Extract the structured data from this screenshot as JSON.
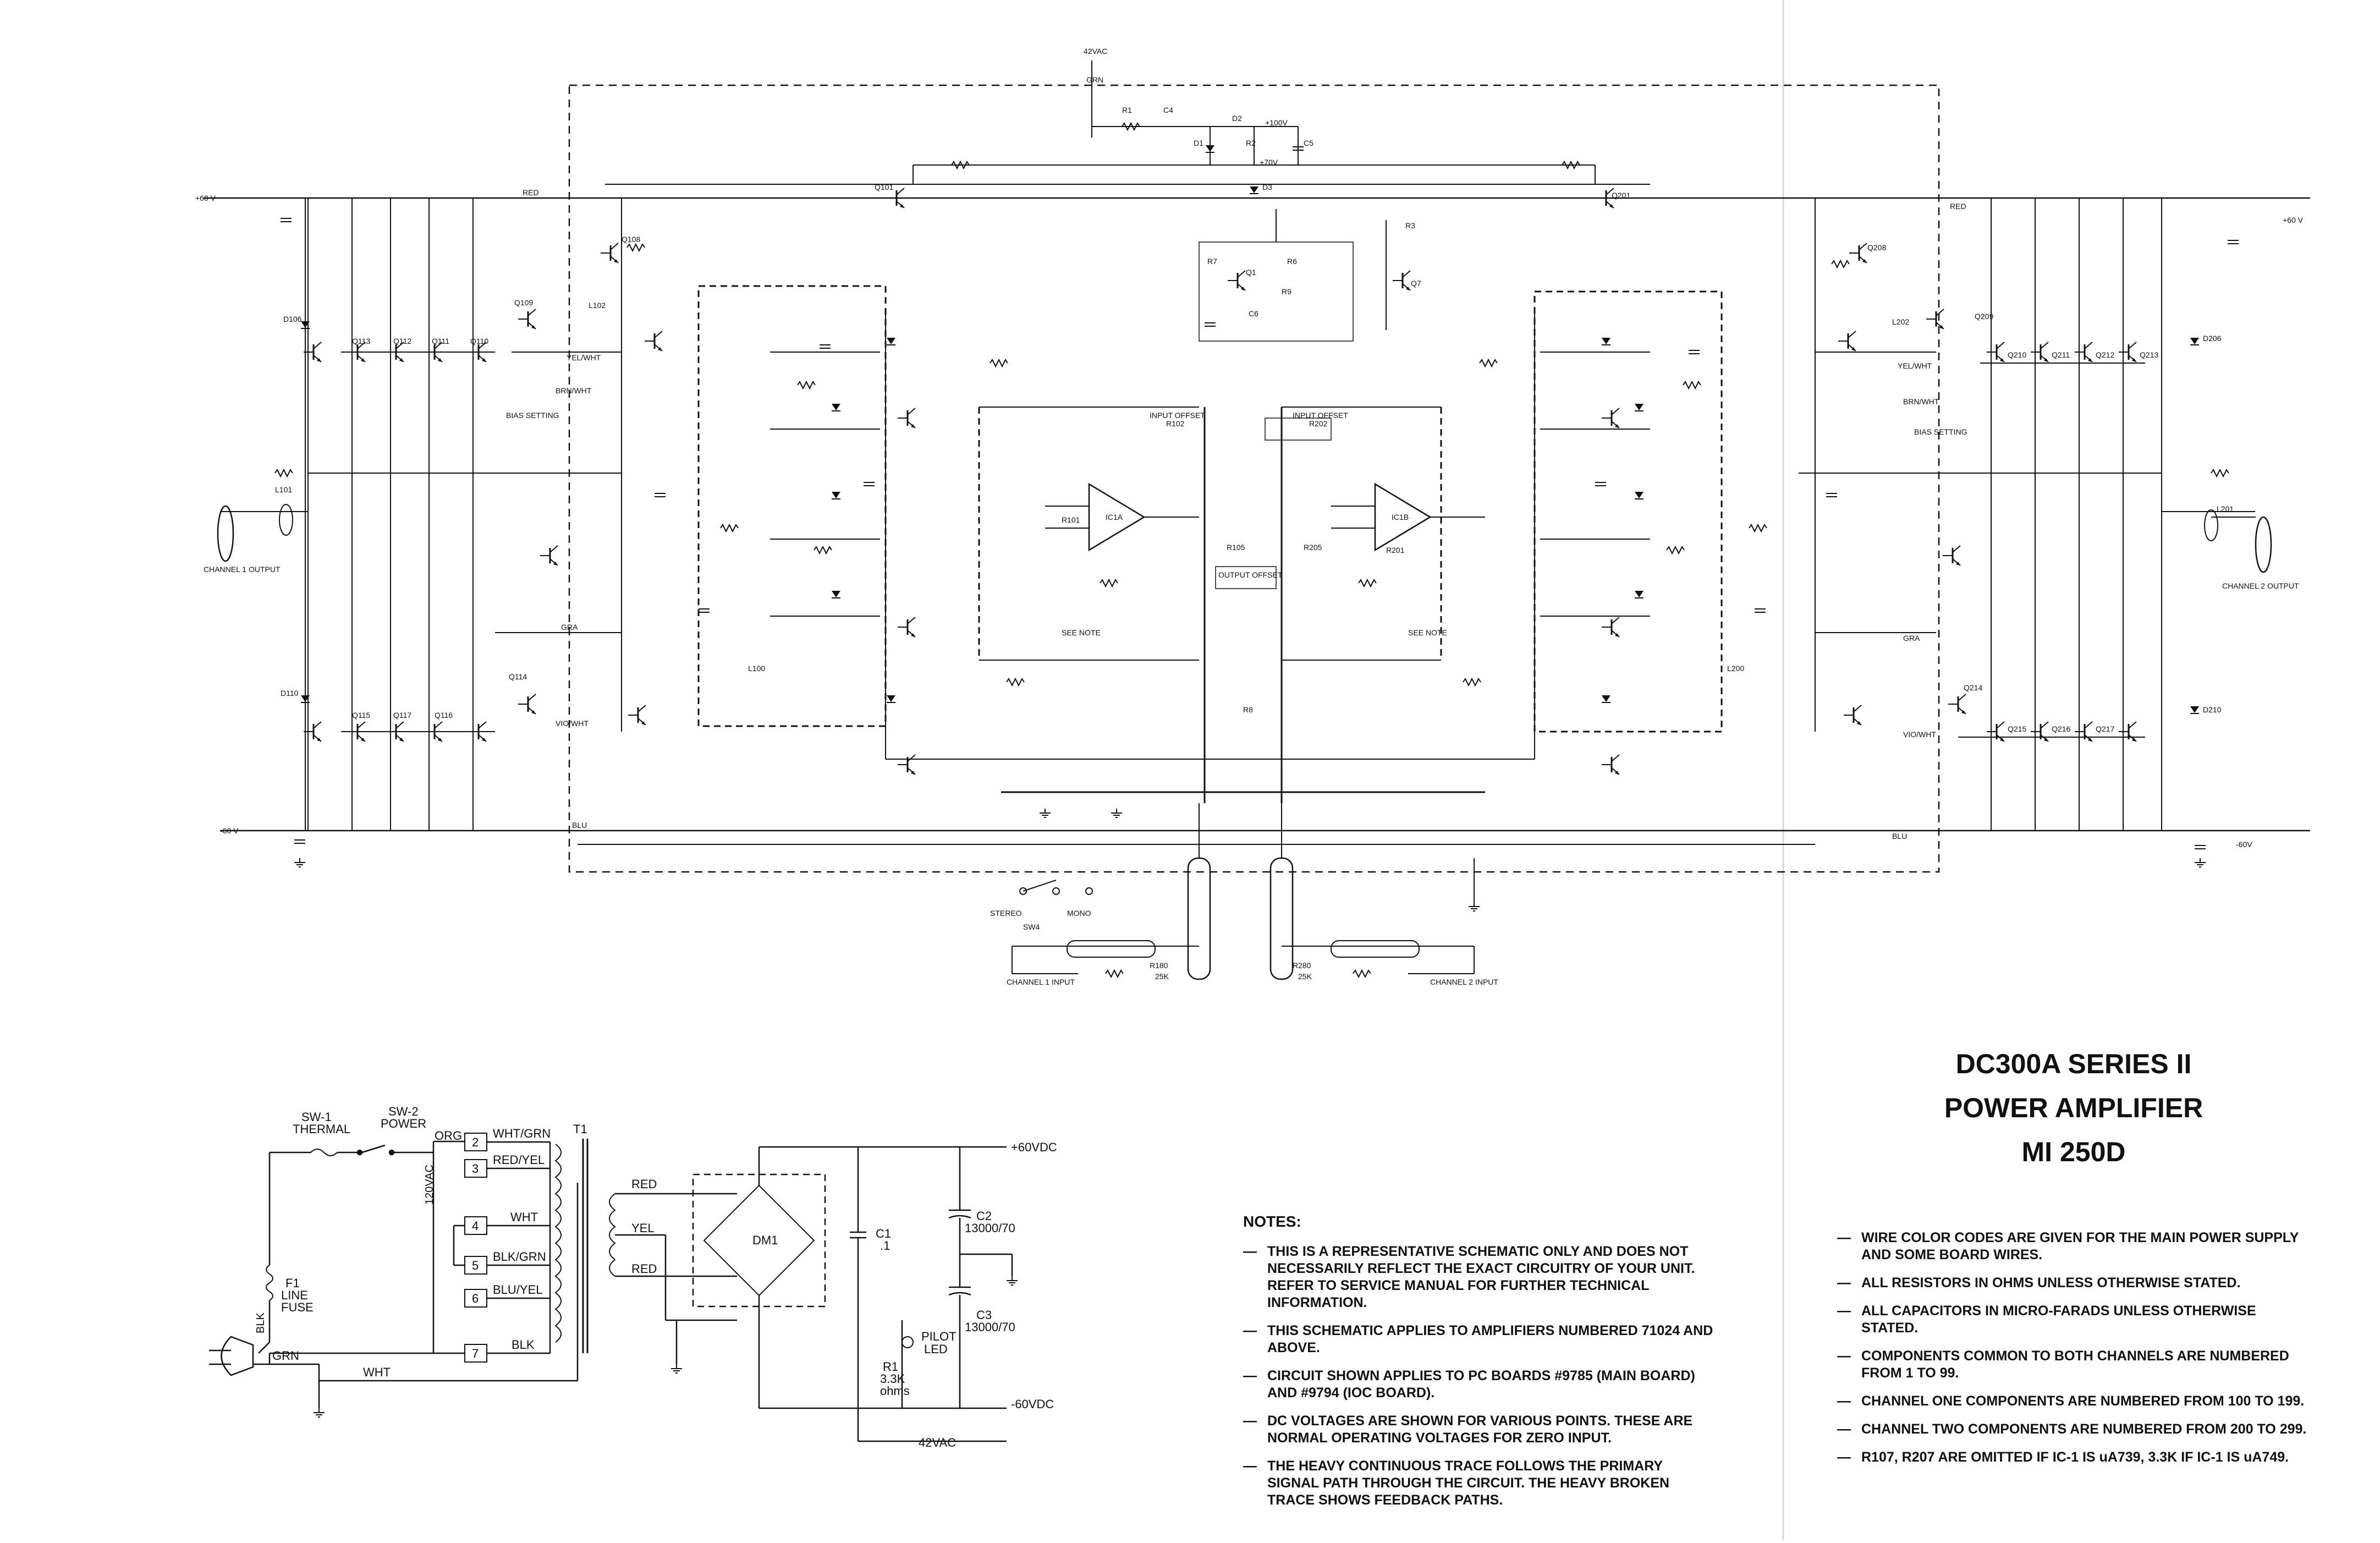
{
  "title": {
    "line1": "DC300A SERIES II",
    "line2": "POWER AMPLIFIER",
    "line3": "MI 250D"
  },
  "notes_heading": "NOTES:",
  "notes_left": [
    "THIS IS A REPRESENTATIVE SCHEMATIC ONLY AND DOES NOT NECESSARILY REFLECT THE EXACT CIRCUITRY OF YOUR UNIT. REFER TO SERVICE MANUAL FOR FURTHER TECHNICAL INFORMATION.",
    "THIS SCHEMATIC APPLIES TO AMPLIFIERS NUMBERED 71024 AND ABOVE.",
    "CIRCUIT SHOWN APPLIES TO PC BOARDS #9785 (MAIN BOARD) AND #9794 (IOC BOARD).",
    "DC VOLTAGES ARE SHOWN FOR VARIOUS POINTS. THESE ARE NORMAL OPERATING VOLTAGES FOR ZERO INPUT.",
    "THE HEAVY CONTINUOUS TRACE FOLLOWS THE PRIMARY SIGNAL PATH THROUGH THE CIRCUIT. THE HEAVY BROKEN TRACE SHOWS FEEDBACK PATHS."
  ],
  "notes_right": [
    "WIRE COLOR CODES ARE GIVEN FOR THE MAIN POWER SUPPLY AND SOME BOARD WIRES.",
    "ALL RESISTORS IN OHMS UNLESS OTHERWISE STATED.",
    "ALL CAPACITORS IN MICRO-FARADS UNLESS OTHERWISE STATED.",
    "COMPONENTS COMMON TO BOTH CHANNELS ARE NUMBERED FROM 1 TO 99.",
    "CHANNEL ONE COMPONENTS ARE NUMBERED FROM 100 TO 199.",
    "CHANNEL TWO COMPONENTS ARE NUMBERED FROM 200 TO 299.",
    "R107, R207 ARE OMITTED IF IC-1 IS uA739, 3.3K IF IC-1 IS uA749."
  ],
  "supply": {
    "sw1": "SW-1",
    "thermal": "THERMAL",
    "sw2": "SW-2",
    "power": "POWER",
    "org": "ORG",
    "ac120": "120VAC",
    "t1": "T1",
    "f1": "F1",
    "line": "LINE",
    "fuse": "FUSE",
    "blk": "BLK",
    "grn": "GRN",
    "wht": "WHT",
    "dm1": "DM1",
    "red": "RED",
    "yel": "YEL",
    "c1": "C1",
    "c1_val": ".1",
    "c2": "C2",
    "c2_val": "13000/70",
    "c3": "C3",
    "c3_val": "13000/70",
    "r1": "R1",
    "r1_val": "3.3K",
    "r1_unit": "ohms",
    "pilot": "PILOT",
    "led": "LED",
    "pos60": "+60VDC",
    "neg60": "-60VDC",
    "ac42": "42VAC",
    "taps": [
      {
        "num": "2",
        "label": "WHT/GRN"
      },
      {
        "num": "3",
        "label": "RED/YEL"
      },
      {
        "num": "4",
        "label": "WHT"
      },
      {
        "num": "5",
        "label": "BLK/GRN"
      },
      {
        "num": "6",
        "label": "BLU/YEL"
      },
      {
        "num": "7",
        "label": "BLK"
      }
    ]
  },
  "amp": {
    "ac42_top": "42VAC",
    "grn_top": "GRN",
    "rail_pos_left": "+60 V",
    "rail_pos_right": "+60 V",
    "rail_neg_left": "-60 V",
    "rail_neg_right": "-60V",
    "red": "RED",
    "blu": "BLU",
    "ch1_output": "CHANNEL 1 OUTPUT",
    "ch2_output": "CHANNEL 2 OUTPUT",
    "ch1_input": "CHANNEL 1 INPUT",
    "ch2_input": "CHANNEL 2 INPUT",
    "stereo": "STEREO",
    "mono": "MONO",
    "sw4": "SW4",
    "ic1a": "IC1A",
    "ic1b": "IC1B",
    "input_offset": "INPUT OFFSET",
    "output_offset": "OUTPUT OFFSET",
    "bias_setting": "BIAS SETTING",
    "yel_wht": "YEL/WHT",
    "brn_wht": "BRN/WHT",
    "vio_wht": "VIO/WHT",
    "gra": "GRA",
    "see_note": "SEE NOTE",
    "r180": "R180",
    "r180_val": "25K",
    "r280": "R280",
    "r280_val": "25K",
    "d1": "D1",
    "d2": "D2",
    "d3": "D3",
    "q1": "Q1",
    "q7": "Q7",
    "q101": "Q101",
    "q201": "Q201",
    "q108": "Q108",
    "q208": "Q208",
    "q109": "Q109",
    "q110": "Q110",
    "q111": "Q111",
    "q112": "Q112",
    "q113": "Q113",
    "q114": "Q114",
    "q115": "Q115",
    "q116": "Q116",
    "q117": "Q117",
    "q209": "Q209",
    "q210": "Q210",
    "q211": "Q211",
    "q212": "Q212",
    "q213": "Q213",
    "q214": "Q214",
    "q215": "Q215",
    "q216": "Q216",
    "q217": "Q217",
    "d106": "D106",
    "d110": "D110",
    "d206": "D206",
    "d210": "D210",
    "v100": "+100V",
    "v70": "+70V",
    "r1_top": "R1",
    "c4": "C4",
    "r2": "R2",
    "c5": "C5",
    "r3": "R3",
    "r6": "R6",
    "r7": "R7",
    "r8": "R8",
    "r9": "R9",
    "c6": "C6",
    "r102": "R102",
    "r202": "R202",
    "l101": "L101",
    "l201": "L201",
    "l102": "L102",
    "l202": "L202",
    "l100": "L100",
    "l200": "L200",
    "r101": "R101",
    "r201": "R201",
    "r105": "R105",
    "r205": "R205"
  }
}
